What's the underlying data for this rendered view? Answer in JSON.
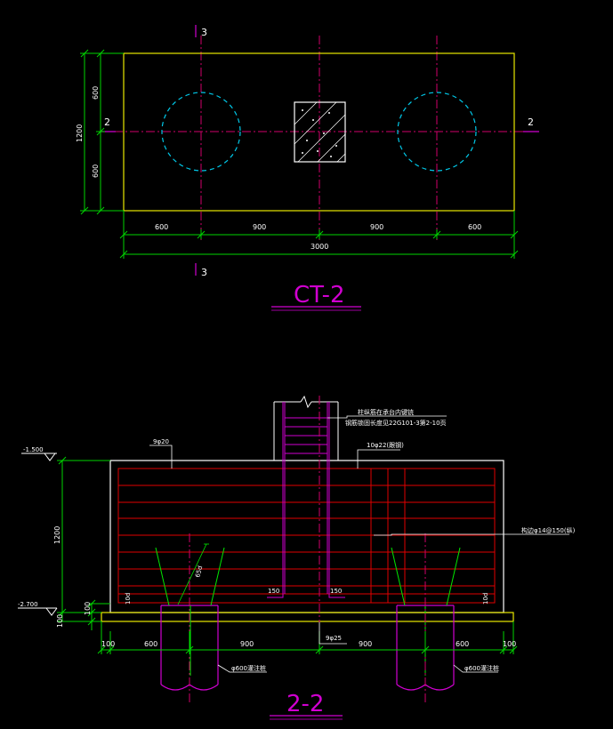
{
  "colors": {
    "background": "#000000",
    "outline": "#e8e800",
    "dimension": "#00d400",
    "centerline": "#d0006a",
    "pile": "#00c8e8",
    "rebar": "#e00000",
    "stirrup": "#d000d0",
    "label": "#ffffff",
    "title": "#d000d0"
  },
  "plan": {
    "title": "CT-2",
    "section_mark_top": "3",
    "section_mark_bottom": "3",
    "section_mark_left": "2",
    "section_mark_right": "2",
    "dim_height_total": "1200",
    "dim_height_top": "600",
    "dim_height_bottom": "600",
    "dim_bottom_1": "600",
    "dim_bottom_2": "900",
    "dim_bottom_3": "900",
    "dim_bottom_4": "600",
    "dim_bottom_total": "3000"
  },
  "section": {
    "title": "2-2",
    "elev_top": "-1.500",
    "elev_bottom": "-2.700",
    "dim_height": "1200",
    "dim_cover": "100",
    "dim_base": "100",
    "top_bar": "9φ20",
    "col_bar": "10φ22(跟钢)",
    "col_note_1": "柱纵筋在承台内键铳",
    "col_note_2": "钢筋锁固长度见22G101-3第2-10页",
    "side_bar": "构边φ14@150(纵)",
    "bottom_bar": "9φ25",
    "anchor_len": "65d",
    "hook_left": "10d",
    "hook_right": "10d",
    "dim_150_left": "150",
    "dim_150_right": "150",
    "pile_left_label": "φ600灌注桩",
    "pile_right_label": "φ600灌注桩",
    "dim_b_1": "100",
    "dim_b_2": "600",
    "dim_b_3": "900",
    "dim_b_4": "900",
    "dim_b_5": "600",
    "dim_b_6": "100"
  }
}
